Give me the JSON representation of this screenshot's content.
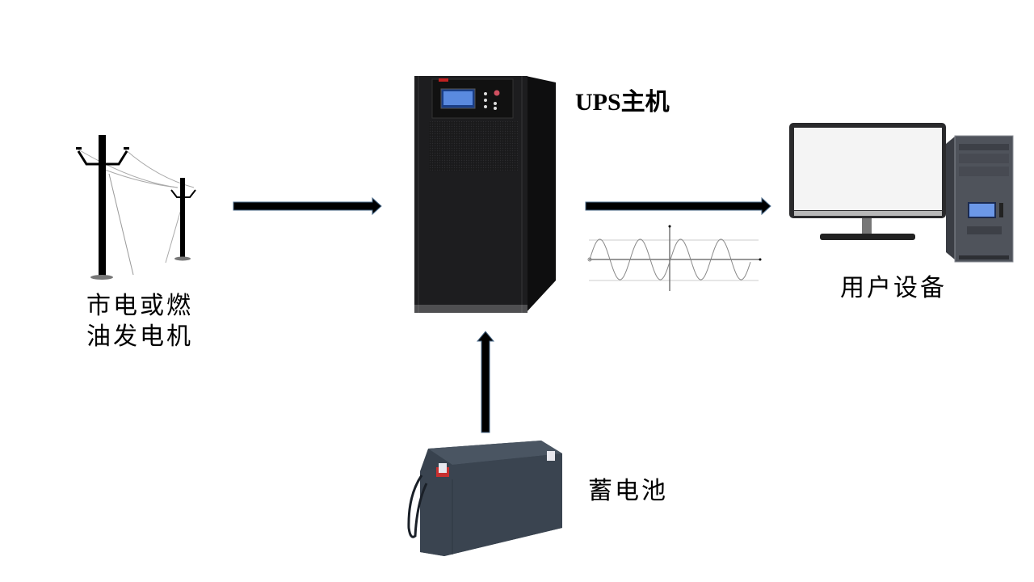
{
  "diagram": {
    "title": "UPS power flow",
    "nodes": {
      "source": {
        "label_line1": "市电或燃",
        "label_line2": "油发电机",
        "icon": "power-pole-icon"
      },
      "ups": {
        "label": "UPS主机",
        "icon": "ups-cabinet-icon"
      },
      "load": {
        "label": "用户设备",
        "icon": "desktop-computer-icon"
      },
      "battery": {
        "label": "蓄电池",
        "icon": "battery-icon"
      }
    },
    "edges": [
      {
        "from": "source",
        "to": "ups",
        "direction": "right"
      },
      {
        "from": "ups",
        "to": "load",
        "direction": "right"
      },
      {
        "from": "battery",
        "to": "ups",
        "direction": "up"
      }
    ],
    "annotation": {
      "icon": "sine-wave-icon",
      "meaning": "AC output waveform"
    },
    "colors": {
      "arrow": "#000000",
      "arrow_edge": "#4a6a8a",
      "ups_body": "#1c1c1e",
      "battery_body": "#3a4450",
      "screen": "#f4f4f4",
      "lcd": "#4a7cd8"
    }
  }
}
